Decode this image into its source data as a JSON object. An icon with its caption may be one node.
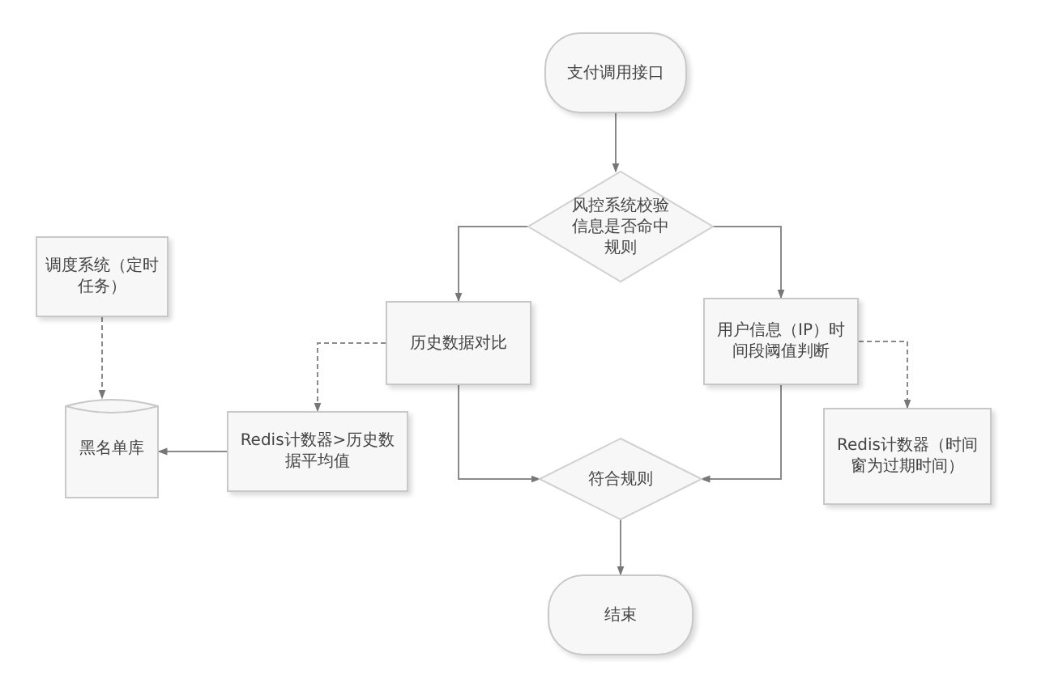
{
  "diagram": {
    "nodes": [
      {
        "text": [
          "支付调用接口"
        ]
      },
      {
        "text": [
          "风控系统校验信息是否命中规则"
        ]
      },
      {
        "text": [
          "调度系统（定时任务）"
        ]
      },
      {
        "text": [
          "历史数据对比"
        ]
      },
      {
        "text": [
          "用户信息（IP）时间段阈值判断"
        ]
      },
      {
        "text": [
          "黑名单库"
        ]
      },
      {
        "text": [
          "Redis计数器>历史数据平均值"
        ]
      },
      {
        "text": [
          "Redis计数器（时间窗为过期时间）"
        ]
      },
      {
        "text": [
          "符合规则"
        ]
      },
      {
        "text": [
          "结束"
        ]
      }
    ],
    "edges": [
      {
        "from": 0,
        "to": 1,
        "arrow": "to"
      },
      {
        "from": 1,
        "to": 3,
        "arrow": "to"
      },
      {
        "from": 1,
        "to": 4,
        "arrow": "to"
      },
      {
        "from": 2,
        "to": 5,
        "arrow": "to",
        "style": "dashed"
      },
      {
        "from": 3,
        "to": 6,
        "arrow": "to",
        "style": "dashed"
      },
      {
        "from": 6,
        "to": 5,
        "arrow": "to"
      },
      {
        "from": 3,
        "to": 8,
        "arrow": "to"
      },
      {
        "from": 4,
        "to": 7,
        "arrow": "to",
        "style": "dashed"
      },
      {
        "from": 4,
        "to": 8,
        "arrow": "to"
      },
      {
        "from": 8,
        "to": 9,
        "arrow": "to"
      }
    ]
  }
}
